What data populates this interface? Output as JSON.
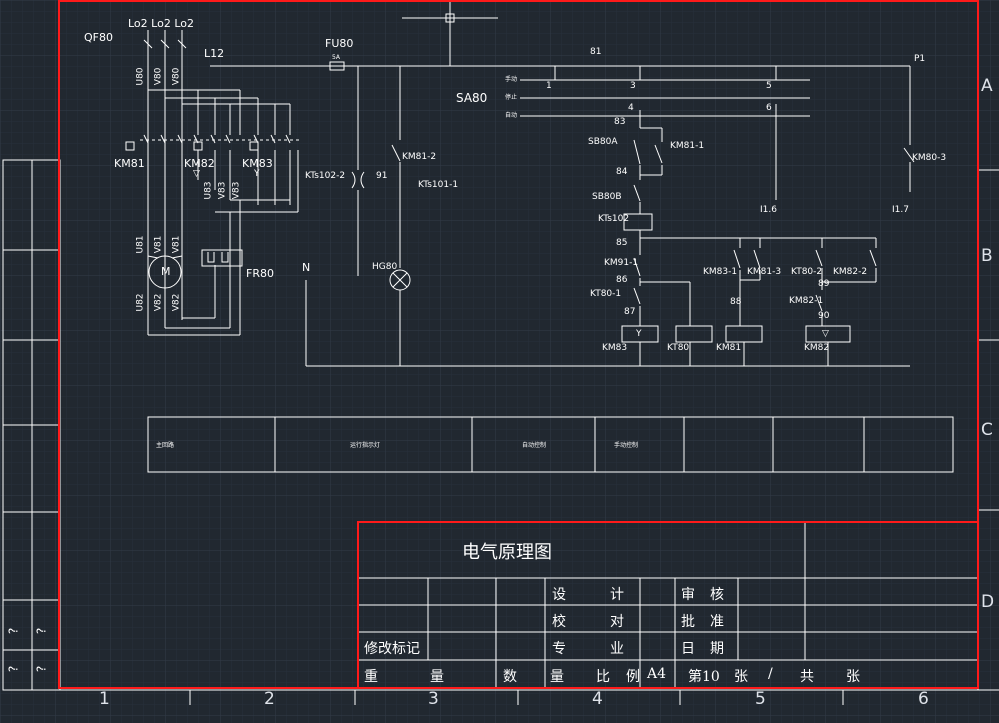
{
  "drawing": {
    "title": "电气原理图",
    "zones_right": [
      "A",
      "B",
      "C",
      "D"
    ],
    "zones_bottom": [
      "1",
      "2",
      "3",
      "4",
      "5",
      "6"
    ],
    "side_marks": [
      "?",
      "?",
      "?",
      "?"
    ]
  },
  "power": {
    "breaker": "QF80",
    "phases": "Lo2 Lo2 Lo2",
    "main_line": "L12",
    "terminals": [
      "U80",
      "V80",
      "V80"
    ],
    "contactors": [
      "KM81",
      "KM82",
      "KM83"
    ],
    "km82_mark": "▽",
    "km83_mark": "Y",
    "mid_terminals": [
      "U83",
      "V83",
      "V83"
    ],
    "motor_top": [
      "U81",
      "V81",
      "V81"
    ],
    "motor": "M",
    "motor_bottom": [
      "U82",
      "V82",
      "V82"
    ],
    "relay": "FR80"
  },
  "control": {
    "fuse": "FU80",
    "fuse_rating": "5A",
    "neutral": "N",
    "wire_81": "81",
    "p1": "P1",
    "selector": "SA80",
    "sa_pos": [
      "手动",
      "停止",
      "自动"
    ],
    "pos_nums": [
      "1",
      "3",
      "5",
      "4",
      "6"
    ],
    "kt102_2": "KTs102-2",
    "w91": "91",
    "km81_2": "KM81-2",
    "kt101_1": "KTs101-1",
    "lamp": "HG80",
    "w83": "83",
    "sb80a": "SB80A",
    "km81_1": "KM81-1",
    "w84": "84",
    "sb80b": "SB80B",
    "kts102": "KTs102",
    "w85": "85",
    "km91_1": "KM91-1",
    "w86": "86",
    "kt80_1": "KT80-1",
    "w87": "87",
    "km83_1": "KM83-1",
    "km81_3": "KM81-3",
    "w88": "88",
    "kt80_2": "KT80-2",
    "km82_2": "KM82-2",
    "w89": "89",
    "km82_1": "KM82-1",
    "w90": "90",
    "coil_y": "Y",
    "coil_tri": "▽",
    "coils": [
      "KM83",
      "KT80",
      "KM81",
      "KM82"
    ],
    "km80_3": "KM80-3",
    "i16": "I1.6",
    "i17": "I1.7"
  },
  "legend_table": [
    "主回路",
    "运行指示灯",
    "自动控制",
    "手动控制"
  ],
  "title_block": {
    "row1": [
      "设",
      "计",
      "审",
      "核"
    ],
    "row2": [
      "校",
      "对",
      "批",
      "准"
    ],
    "modify": "修改标记",
    "row3": [
      "专",
      "业",
      "日",
      "期"
    ],
    "row4": [
      "重",
      "量",
      "数",
      "量",
      "比",
      "例",
      "A4",
      "第10",
      "张",
      "/",
      "共",
      "张"
    ]
  },
  "colors": {
    "background": "#212830",
    "grid": "#2c3440",
    "line": "#ffffff",
    "frame": "#ff0000"
  }
}
